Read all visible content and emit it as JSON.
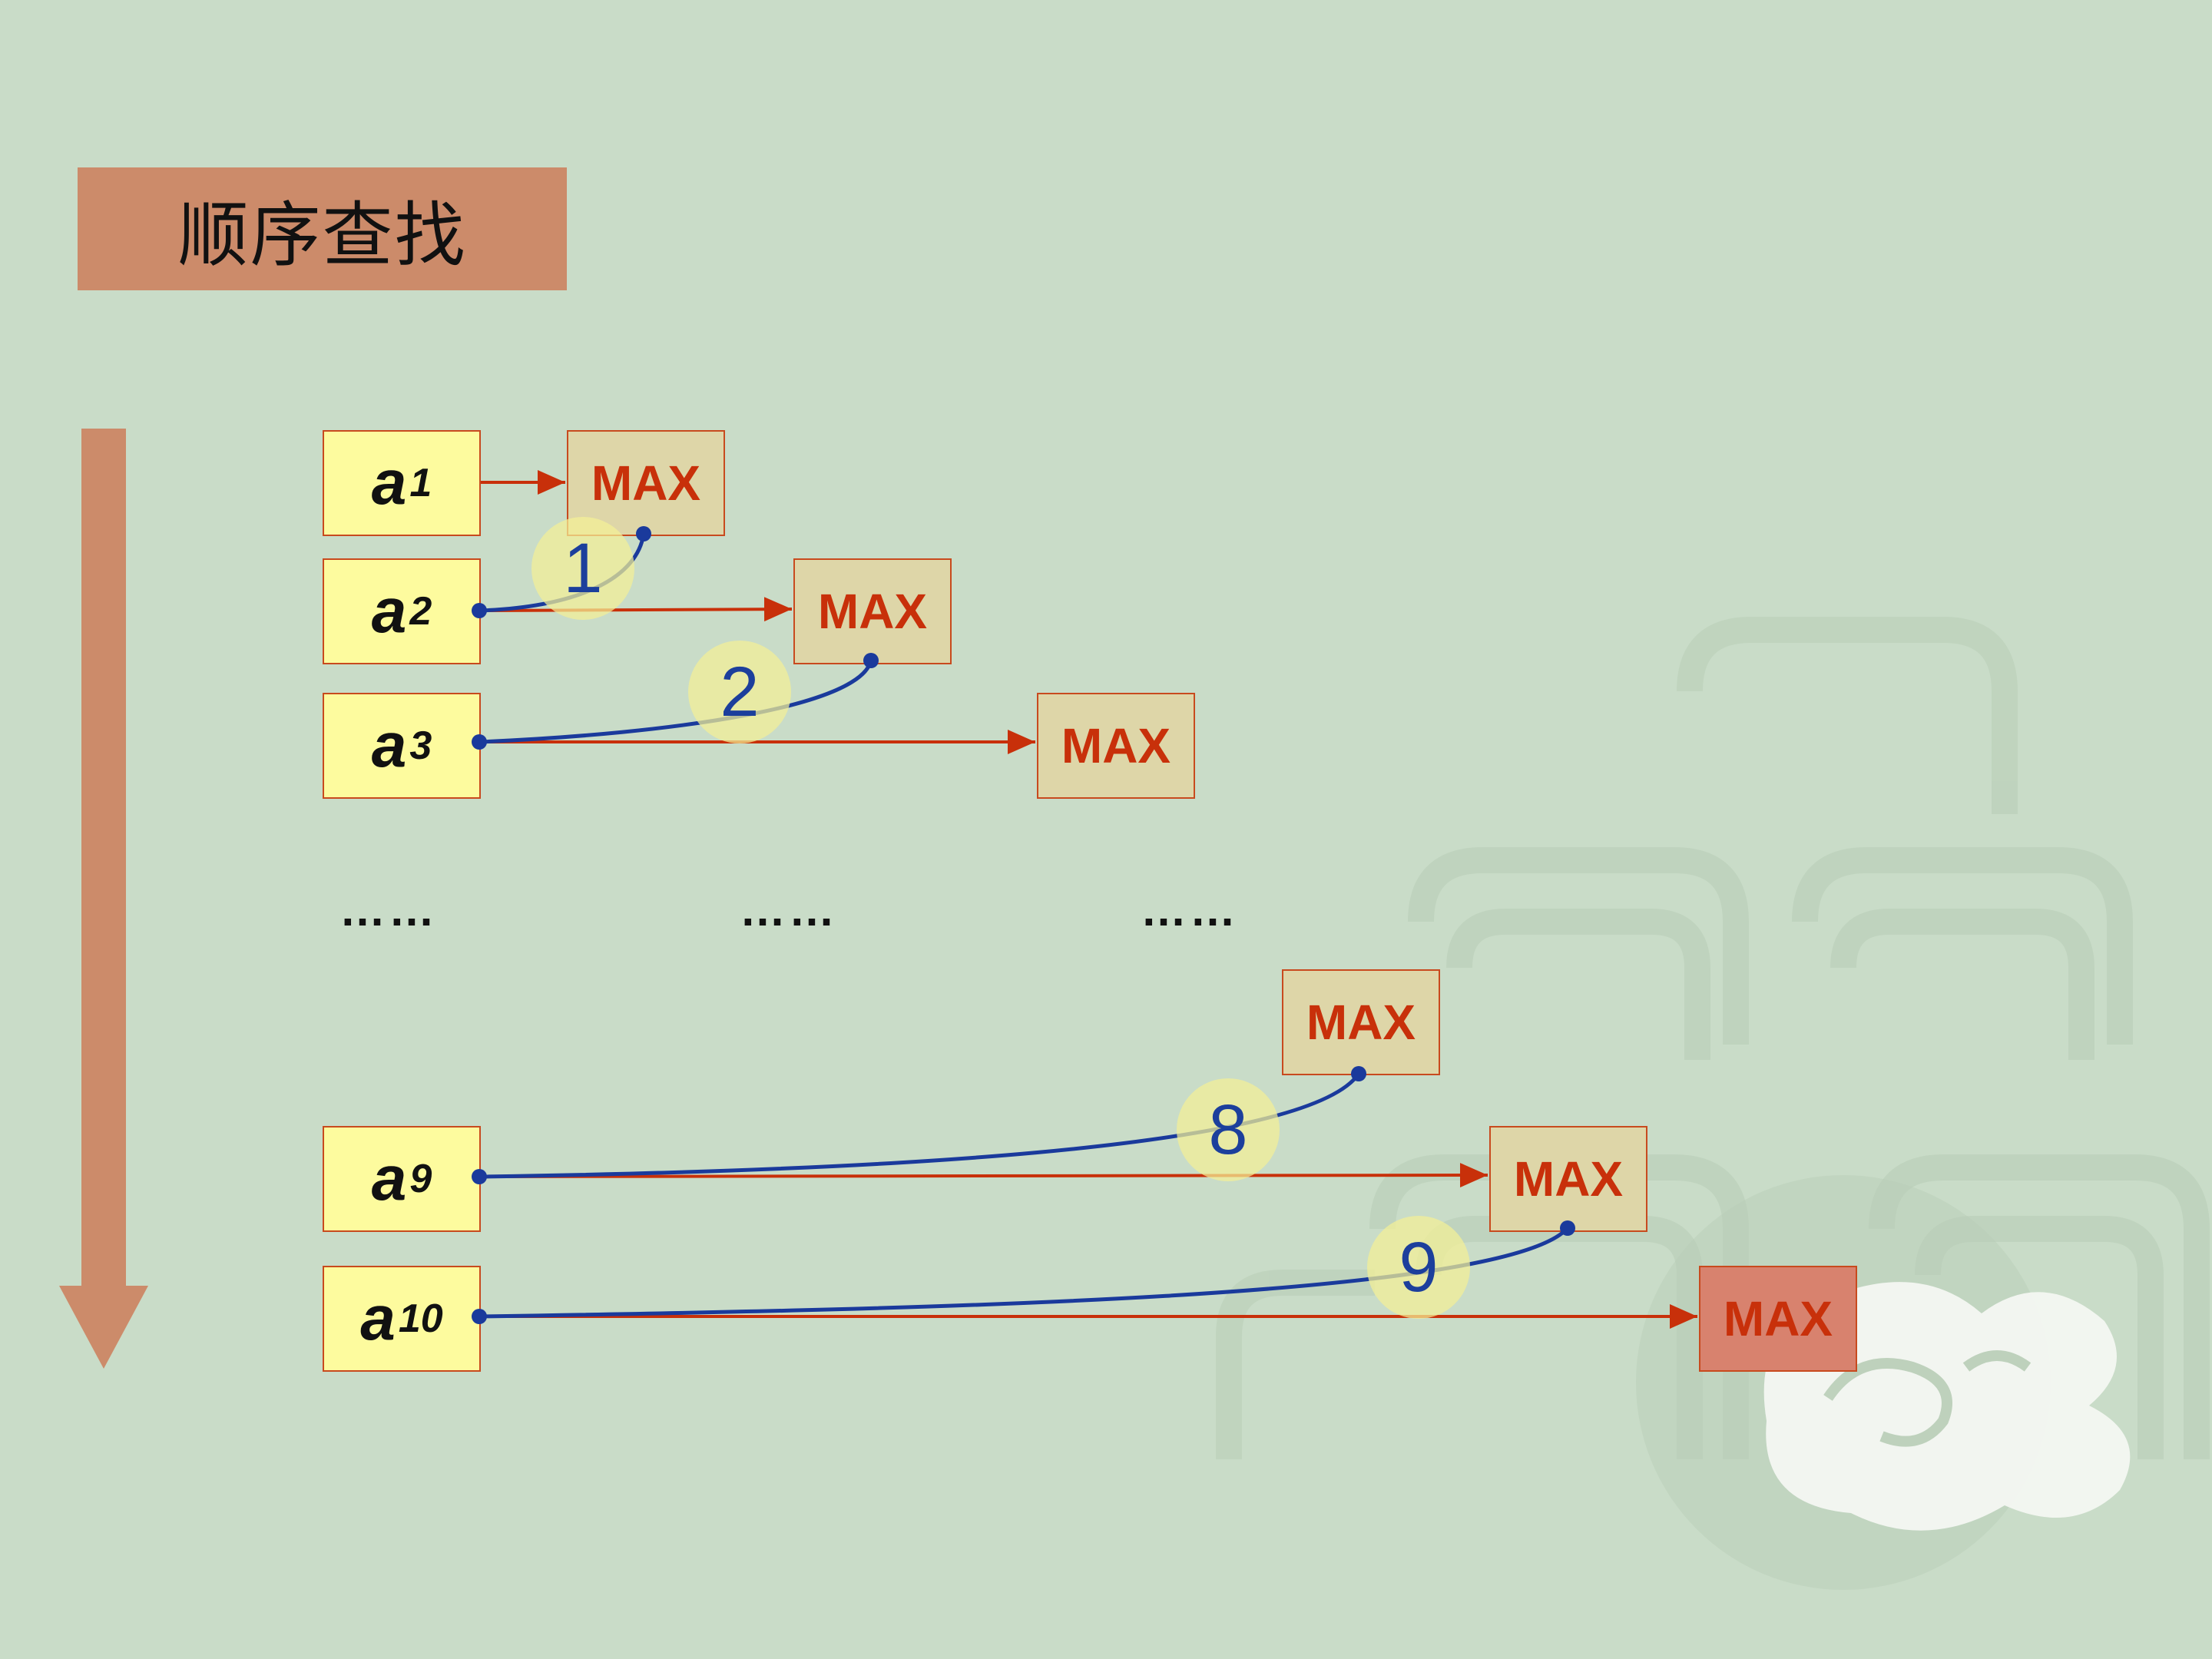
{
  "title": "顺序查找",
  "elements": [
    {
      "base": "a",
      "sub": "1"
    },
    {
      "base": "a",
      "sub": "2"
    },
    {
      "base": "a",
      "sub": "3"
    },
    {
      "base": "a",
      "sub": "9"
    },
    {
      "base": "a",
      "sub": "10"
    }
  ],
  "max_label": "MAX",
  "ellipsis": "……",
  "steps": [
    "1",
    "2",
    "8",
    "9"
  ],
  "colors": {
    "background": "#c9dcc8",
    "title_fill": "#cc8b6a",
    "element_fill": "#fdfb9e",
    "max_fill": "#ded6a8",
    "max_final_fill": "#d8826e",
    "max_text": "#c8300a",
    "arrow_red": "#c8300a",
    "compare_blue": "#1a3a9c"
  }
}
